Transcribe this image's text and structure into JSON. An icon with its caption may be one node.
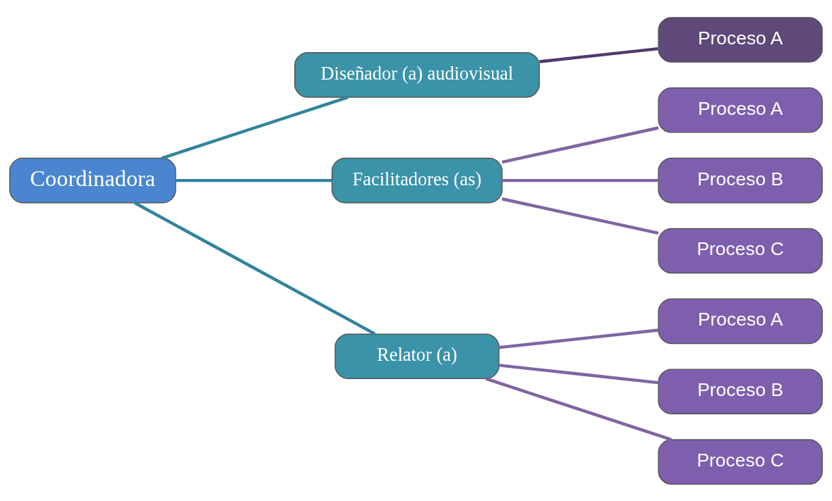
{
  "diagram": {
    "nodes": [
      {
        "text": [
          "Coordinadora"
        ]
      },
      {
        "text": [
          "Diseñador (a) audiovisual"
        ]
      },
      {
        "text": [
          "Facilitadores (as)"
        ]
      },
      {
        "text": [
          "Relator (a)"
        ]
      },
      {
        "text": [
          "Proceso A"
        ]
      },
      {
        "text": [
          "Proceso A"
        ]
      },
      {
        "text": [
          "Proceso B"
        ]
      },
      {
        "text": [
          "Proceso C"
        ]
      },
      {
        "text": [
          "Proceso A"
        ]
      },
      {
        "text": [
          "Proceso B"
        ]
      },
      {
        "text": [
          "Proceso C"
        ]
      }
    ],
    "edges": [
      {
        "from": 0,
        "to": 1,
        "arrow": "none",
        "color": "#31849b"
      },
      {
        "from": 0,
        "to": 2,
        "arrow": "none",
        "color": "#31849b"
      },
      {
        "from": 0,
        "to": 3,
        "arrow": "none",
        "color": "#31849b"
      },
      {
        "from": 1,
        "to": 4,
        "arrow": "none",
        "color": "#4f3a6e"
      },
      {
        "from": 2,
        "to": 5,
        "arrow": "none"
      },
      {
        "from": 2,
        "to": 6,
        "arrow": "none"
      },
      {
        "from": 2,
        "to": 7,
        "arrow": "none"
      },
      {
        "from": 3,
        "to": 8,
        "arrow": "none"
      },
      {
        "from": 3,
        "to": 9,
        "arrow": "none"
      },
      {
        "from": 3,
        "to": 10,
        "arrow": "none"
      }
    ]
  }
}
